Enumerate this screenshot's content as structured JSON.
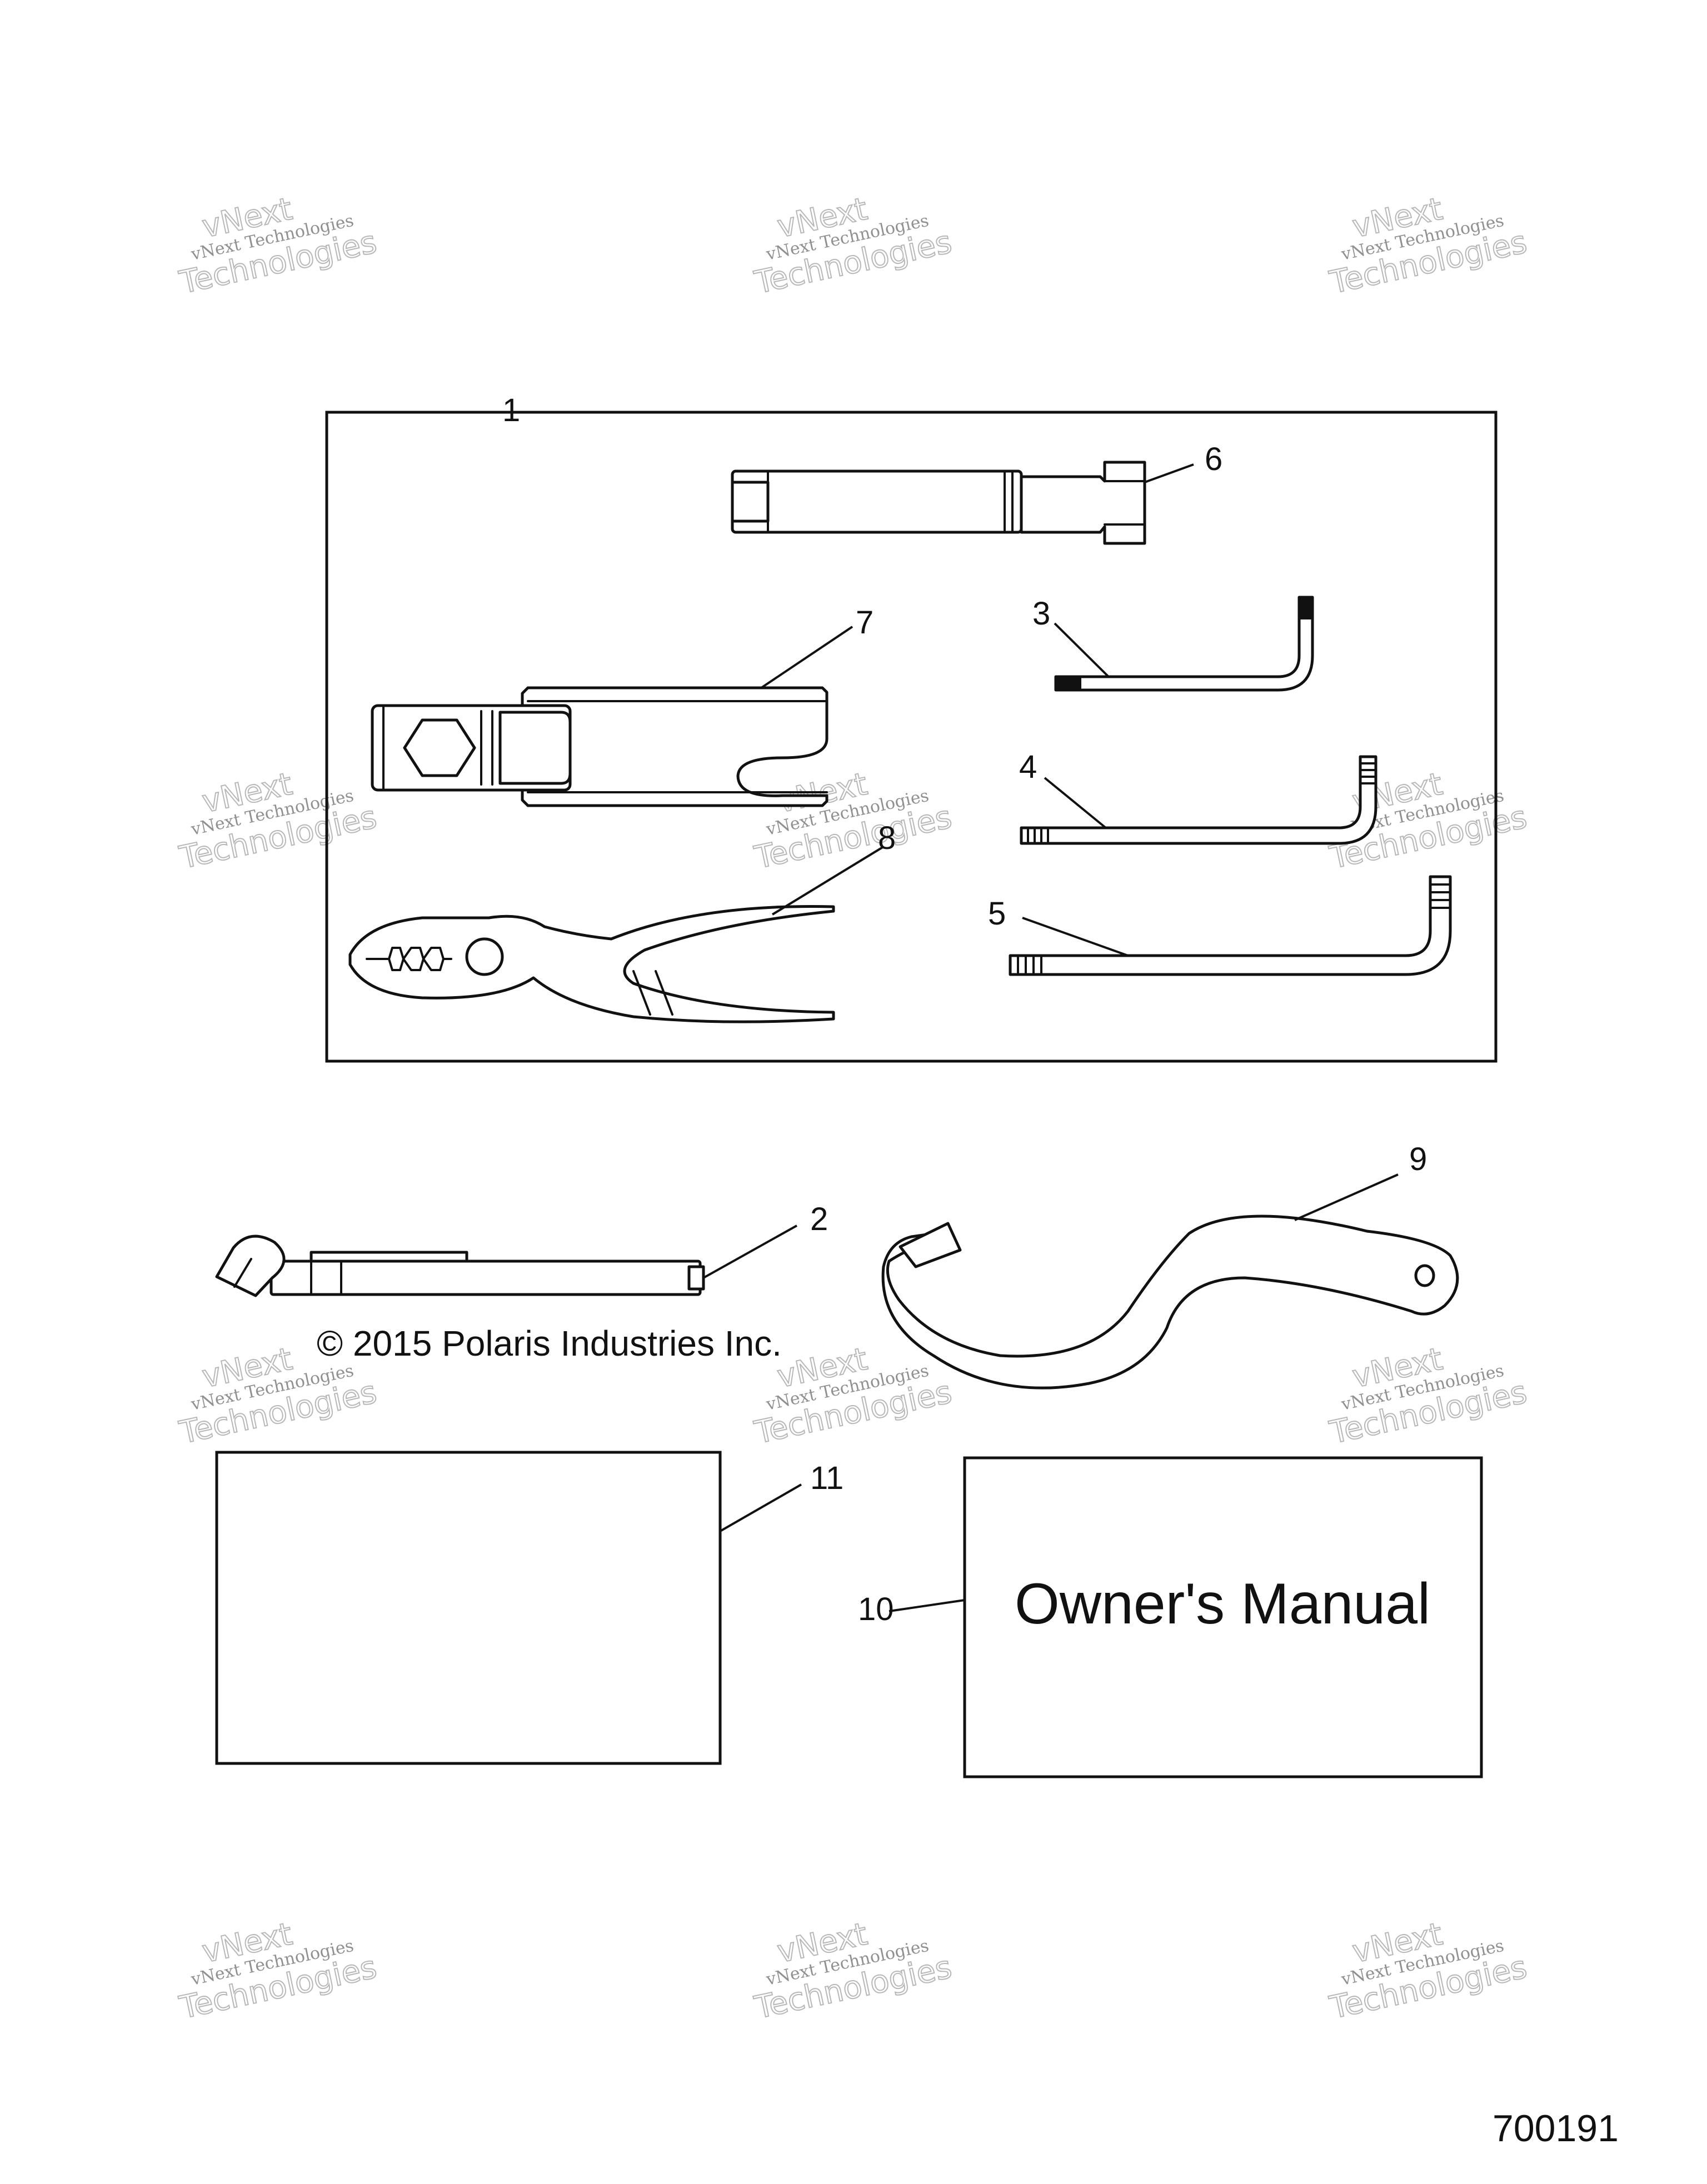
{
  "callouts": {
    "c1": "1",
    "c2": "2",
    "c3": "3",
    "c4": "4",
    "c5": "5",
    "c6": "6",
    "c7": "7",
    "c8": "8",
    "c9": "9",
    "c10": "10",
    "c11": "11"
  },
  "copyright": "© 2015 Polaris Industries Inc.",
  "owners_manual_label": "Owner's Manual",
  "diagram_number": "700191",
  "watermark": {
    "line1": "vNext Technologies",
    "line2": "vNext",
    "line3": "Technologies"
  },
  "parts": {
    "p1": "tool-kit-box",
    "p2": "tire-gauge",
    "p3": "hex-key-small",
    "p4": "hex-key-medium",
    "p5": "hex-key-large",
    "p6": "socket-extension",
    "p7": "open-end-wrench",
    "p8": "pliers",
    "p9": "spanner-wrench",
    "p10": "owners-manual",
    "p11": "document"
  }
}
